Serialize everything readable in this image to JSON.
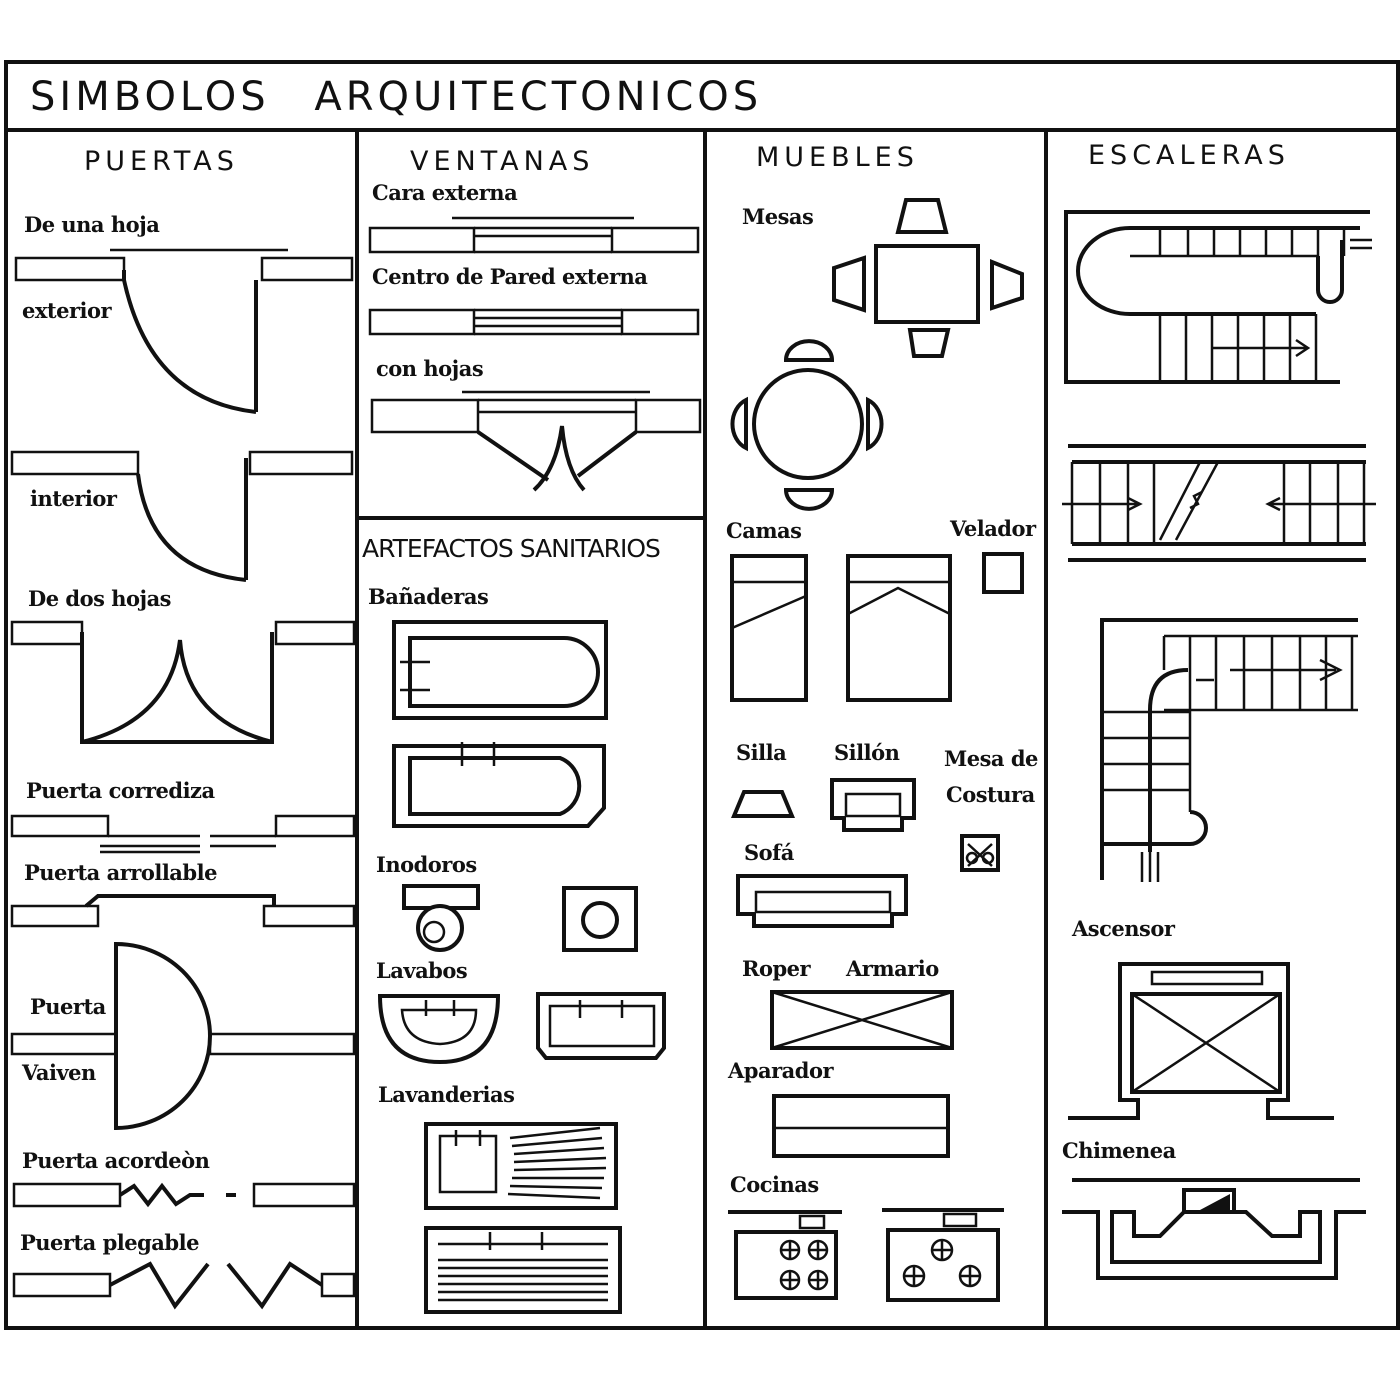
{
  "title": "SIMBOLOS ARQUITECTONICOS",
  "sections": {
    "puertas": {
      "header": "PUERTAS",
      "labels": {
        "una_hoja": "De una hoja",
        "exterior": "exterior",
        "interior": "interior",
        "dos_hojas": "De dos hojas",
        "corrediza": "Puerta corrediza",
        "arrollable": "Puerta arrollable",
        "puerta": "Puerta",
        "vaiven": "Vaiven",
        "acordeon": "Puerta acordeòn",
        "plegable": "Puerta plegable"
      }
    },
    "ventanas": {
      "header": "VENTANAS",
      "labels": {
        "cara_externa": "Cara externa",
        "centro_pared": "Centro de Pared externa",
        "con_hojas": "con hojas"
      }
    },
    "sanitarios": {
      "header": "ARTEFACTOS SANITARIOS",
      "labels": {
        "banaderas": "Bañaderas",
        "inodoros": "Inodoros",
        "lavabos": "Lavabos",
        "lavanderias": "Lavanderias"
      }
    },
    "muebles": {
      "header": "MUEBLES",
      "labels": {
        "mesas": "Mesas",
        "camas": "Camas",
        "velador": "Velador",
        "silla": "Silla",
        "sillon": "Sillón",
        "mesa_de": "Mesa de",
        "costura": "Costura",
        "sofa": "Sofá",
        "roper": "Roper",
        "armario": "Armario",
        "aparador": "Aparador",
        "cocinas": "Cocinas"
      }
    },
    "escaleras": {
      "header": "ESCALERAS",
      "labels": {
        "ascensor": "Ascensor",
        "chimenea": "Chimenea"
      }
    }
  }
}
